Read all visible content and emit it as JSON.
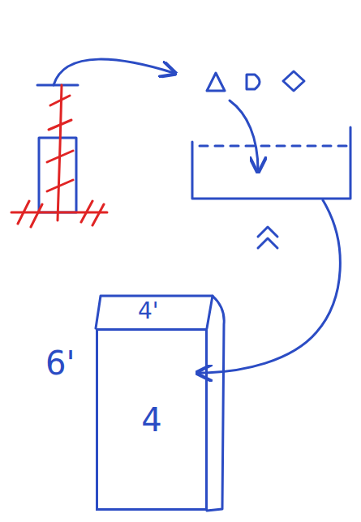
{
  "diagram": {
    "nodes": [
      {
        "text": [
          "4"
        ]
      }
    ],
    "labels": [
      "4'",
      "6'"
    ]
  }
}
